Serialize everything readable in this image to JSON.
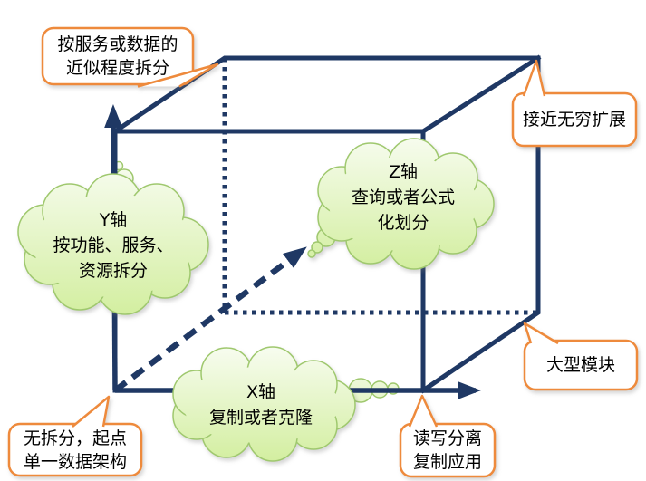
{
  "diagram_title": "AKF scale cube axes diagram",
  "colors": {
    "line_navy": "#1F3864",
    "callout_border_orange": "#EE8A3C",
    "cloud_border_green": "#9FC86E",
    "cloud_fill_top": "#F7FCEF",
    "cloud_fill_bottom": "#D2EE9E",
    "text_black": "#000000",
    "background": "#FFFFFF"
  },
  "clouds": {
    "y": {
      "title": "Y轴",
      "line1": "按功能、服务、",
      "line2": "资源拆分"
    },
    "z": {
      "title": "Z轴",
      "line1": "查询或者公式",
      "line2": "化划分"
    },
    "x": {
      "title": "X轴",
      "line1": "复制或者克隆"
    }
  },
  "callouts": {
    "top_left": {
      "line1": "按服务或数据的",
      "line2": "近似程度拆分"
    },
    "top_right": {
      "line1": "接近无穷扩展"
    },
    "bottom_left": {
      "line1": "无拆分，起点",
      "line2": "单一数据架构"
    },
    "bottom_middle": {
      "line1": "读写分离",
      "line2": "复制应用"
    },
    "right": {
      "line1": "大型模块"
    }
  }
}
